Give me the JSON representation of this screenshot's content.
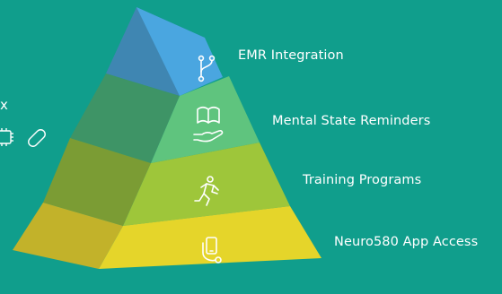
{
  "pyramid": {
    "tiers": [
      {
        "label": "EMR Integration",
        "icon": "git-branch-icon",
        "front_color": "#4aa6e0",
        "side_color": "#3f86b2"
      },
      {
        "label": "Mental State Reminders",
        "icon": "open-book-hand-icon",
        "front_color": "#5fc47e",
        "side_color": "#3e9466"
      },
      {
        "label": "Training Programs",
        "icon": "running-person-icon",
        "front_color": "#9ec63a",
        "side_color": "#7b9c34"
      },
      {
        "label": "Neuro580 App Access",
        "icon": "smartphone-stethoscope-icon",
        "front_color": "#e5d52a",
        "side_color": "#c2b22a"
      }
    ]
  },
  "left_fragment": {
    "text": "x",
    "icons": [
      "chip-icon",
      "pill-icon"
    ]
  }
}
